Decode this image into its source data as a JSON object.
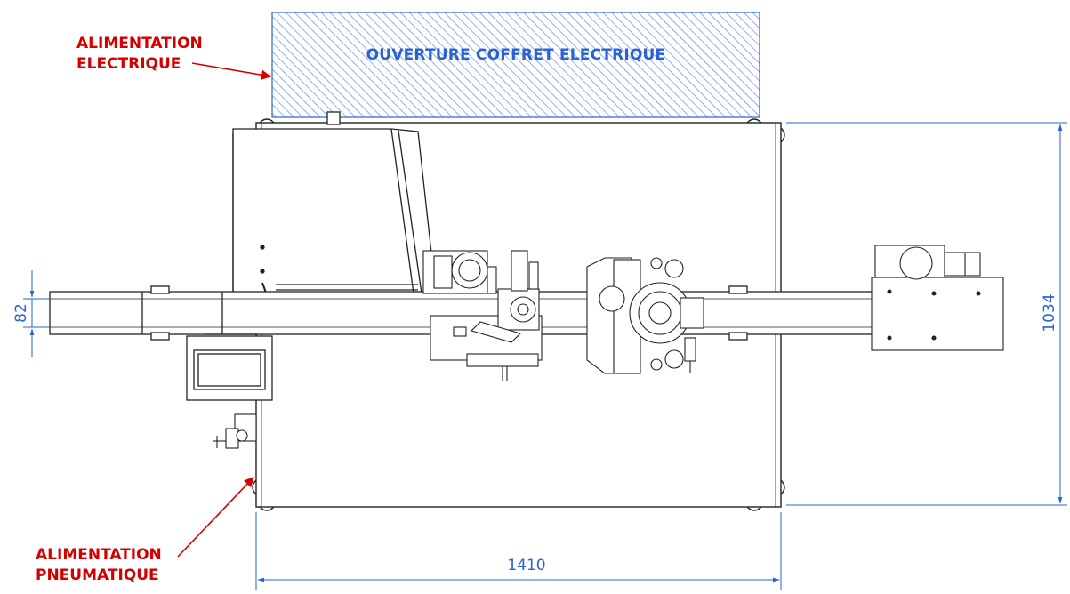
{
  "labels": {
    "alimentation_electrique_line1": "ALIMENTATION",
    "alimentation_electrique_line2": "ELECTRIQUE",
    "alimentation_pneumatique_line1": "ALIMENTATION",
    "alimentation_pneumatique_line2": "PNEUMATIQUE",
    "ouverture_coffret": "OUVERTURE COFFRET ELECTRIQUE"
  },
  "dimensions": {
    "width": "1410",
    "height": "1034",
    "conveyor": "82"
  },
  "colors": {
    "annotation_red": "#d40000",
    "dimension_blue": "#2a62d6",
    "line": "#222222"
  }
}
